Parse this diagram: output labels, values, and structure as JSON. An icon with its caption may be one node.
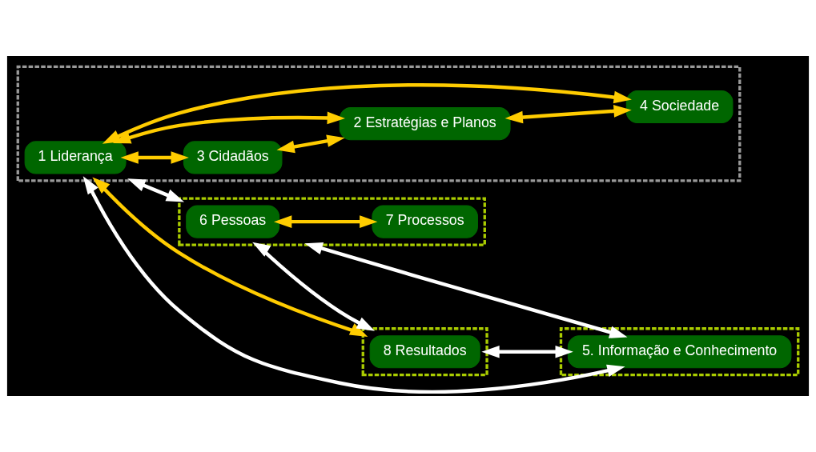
{
  "diagram": {
    "nodes": [
      {
        "text": [],
        "shape": "box"
      },
      {
        "text": [
          "1 Liderança"
        ],
        "in": 0
      },
      {
        "text": [
          "3 Cidadãos"
        ],
        "in": 0
      },
      {
        "text": [
          "2 Estratégias e Planos"
        ],
        "in": 0
      },
      {
        "text": [
          "4 Sociedade"
        ],
        "in": 0
      },
      {
        "text": [],
        "shape": "box"
      },
      {
        "text": [
          "6 Pessoas"
        ],
        "in": 5
      },
      {
        "text": [
          "7 Processos"
        ],
        "in": 5
      },
      {
        "text": [],
        "shape": "box"
      },
      {
        "text": [
          "8 Resultados"
        ],
        "in": 8
      },
      {
        "text": [],
        "shape": "box"
      },
      {
        "text": [
          "5. Informação e Conhecimento"
        ],
        "in": 10
      }
    ],
    "edges": [
      {
        "from": 1,
        "to": 2,
        "arrow": "both"
      },
      {
        "from": 2,
        "to": 3,
        "arrow": "both"
      },
      {
        "from": 1,
        "to": 3,
        "arrow": "both"
      },
      {
        "from": 3,
        "to": 4,
        "arrow": "both"
      },
      {
        "from": 1,
        "to": 4,
        "arrow": "both"
      },
      {
        "from": 6,
        "to": 7,
        "arrow": "both"
      },
      {
        "from": 0,
        "to": 8,
        "arrow": "both"
      },
      {
        "from": 0,
        "to": 5,
        "arrow": "both",
        "color": "#ffffff"
      },
      {
        "from": 5,
        "to": 8,
        "arrow": "both",
        "color": "#ffffff"
      },
      {
        "from": 0,
        "to": 11,
        "arrow": "both",
        "color": "#ffffff"
      },
      {
        "from": 5,
        "to": 11,
        "arrow": "both",
        "color": "#ffffff"
      },
      {
        "from": 8,
        "to": 11,
        "arrow": "both",
        "color": "#ffffff"
      }
    ]
  }
}
